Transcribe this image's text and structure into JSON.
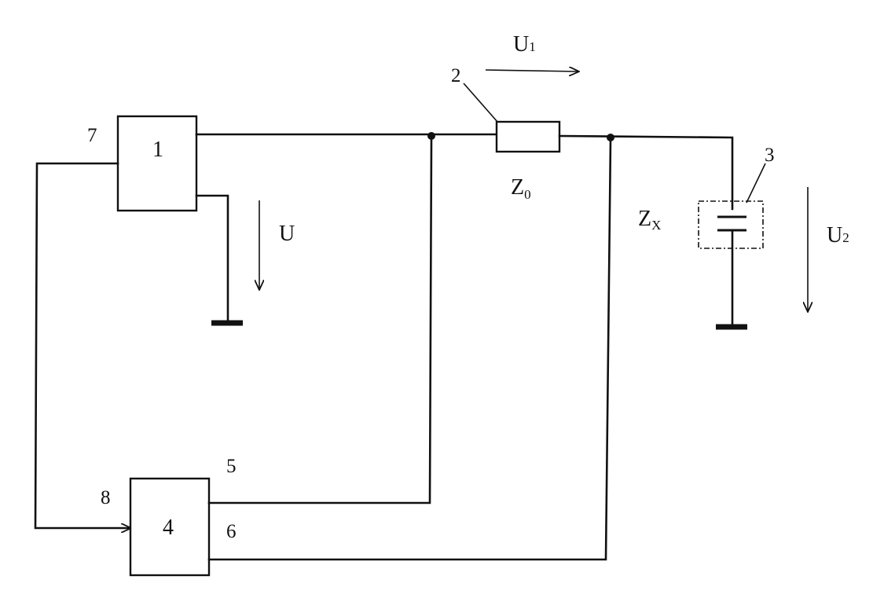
{
  "blocks": {
    "block1": "1",
    "block4": "4"
  },
  "numbers": {
    "n2": "2",
    "n3": "3",
    "n5": "5",
    "n6": "6",
    "n7": "7",
    "n8": "8"
  },
  "symbols": {
    "u": "U",
    "u1_main": "U",
    "u1_sub": "1",
    "u2_main": "U",
    "u2_sub": "2",
    "z0_main": "Z",
    "z0_sub": "0",
    "zx_main": "Z",
    "zx_sub": "X"
  }
}
